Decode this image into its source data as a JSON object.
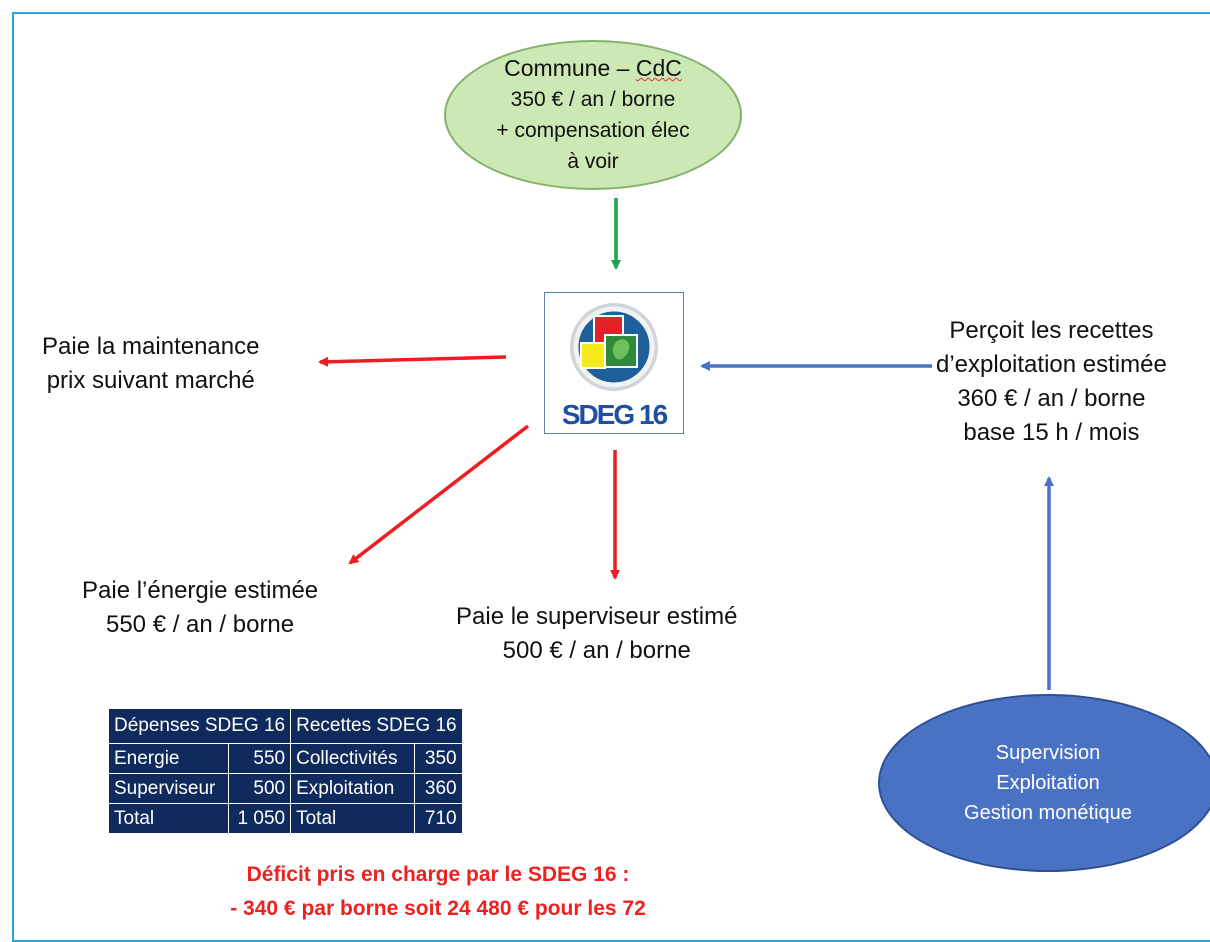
{
  "commune": {
    "line1_prefix": "Commune – ",
    "line1_cdc": "CdC",
    "line2": "350 € / an / borne",
    "line3": "+ compensation élec",
    "line4": "à voir"
  },
  "logo": {
    "text": "SDEG 16"
  },
  "maintenance": {
    "line1": "Paie la maintenance",
    "line2": "prix suivant marché"
  },
  "energie": {
    "line1": "Paie l’énergie estimée",
    "line2": "550 € / an / borne"
  },
  "superviseur": {
    "line1": "Paie le superviseur estimé",
    "line2": "500 € / an / borne"
  },
  "recettes": {
    "line1": "Perçoit les recettes",
    "line2": "d’exploitation estimée",
    "line3": "360 € / an / borne",
    "line4": "base 15 h / mois"
  },
  "supervision": {
    "line1": "Supervision",
    "line2": "Exploitation",
    "line3": "Gestion monétique"
  },
  "table": {
    "headers": [
      "Dépenses SDEG 16",
      "Recettes SDEG 16"
    ],
    "rows": [
      [
        "Energie",
        "550",
        "Collectivités",
        "350"
      ],
      [
        "Superviseur",
        "500",
        "Exploitation",
        "360"
      ],
      [
        "Total",
        "1 050",
        "Total",
        "710"
      ]
    ]
  },
  "deficit": {
    "line1": "Déficit pris en charge par le SDEG 16 :",
    "line2": "- 340 € par borne soit 24 480 € pour les 72"
  },
  "colors": {
    "green_arrow": "#16a64a",
    "red_arrow": "#ee1d23",
    "blue_arrow": "#4a72c4",
    "table_bg": "#0f2a5c",
    "deficit": "#ef2020"
  }
}
